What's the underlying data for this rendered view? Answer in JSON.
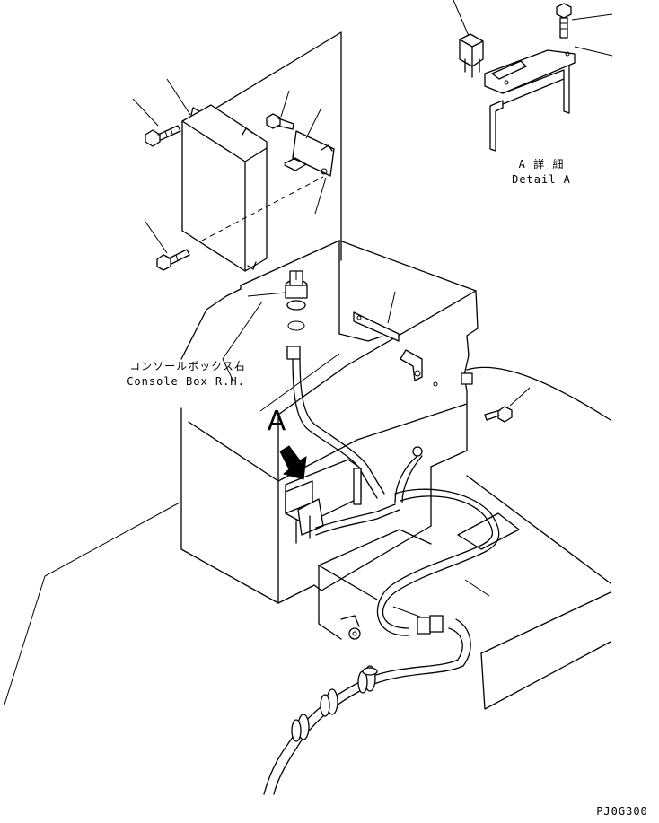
{
  "labels": {
    "detail_jp": "A 詳 細",
    "detail_en": "Detail A",
    "console_jp": "コンソールボックス右",
    "console_en": "Console Box R.H.",
    "view_letter": "A",
    "drawing_code": "PJ0G300"
  }
}
